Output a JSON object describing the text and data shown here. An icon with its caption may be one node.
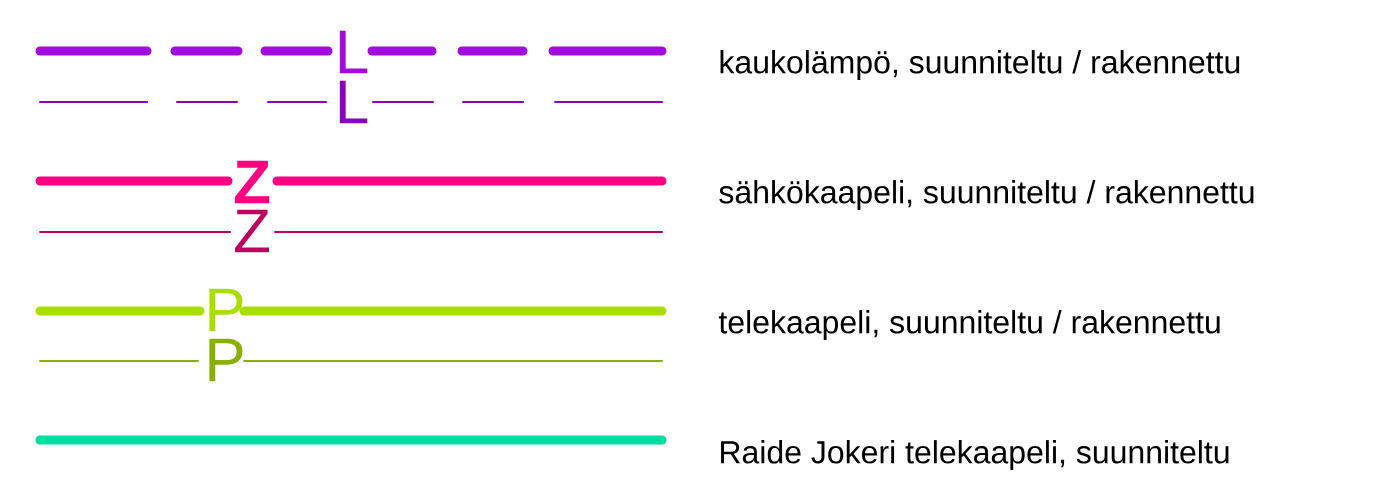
{
  "diagram": {
    "labels": [
      "L",
      "L",
      "Z",
      "Z",
      "P",
      "P"
    ],
    "legend": [
      {
        "text": "kaukolämpö, suunniteltu / rakennettu"
      },
      {
        "text": "sähkökaapeli, suunniteltu / rakennettu"
      },
      {
        "text": "telekaapeli, suunniteltu / rakennettu"
      },
      {
        "text": "Raide Jokeri telekaapeli, suunniteltu"
      }
    ]
  }
}
